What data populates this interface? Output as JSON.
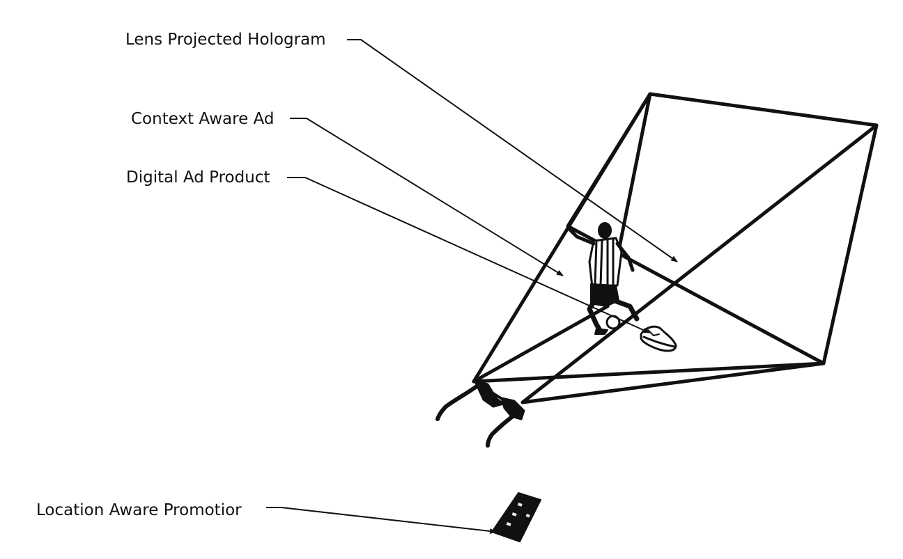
{
  "labels": {
    "hologram": "Lens Projected Hologram",
    "context": "Context Aware Ad",
    "product": "Digital Ad Product",
    "location": "Location Aware Promotior"
  },
  "colors": {
    "ink": "#111111",
    "background": "#ffffff"
  },
  "icons": [
    "glasses-icon",
    "soccer-player-figure",
    "sneaker-icon",
    "smartphone-icon"
  ]
}
